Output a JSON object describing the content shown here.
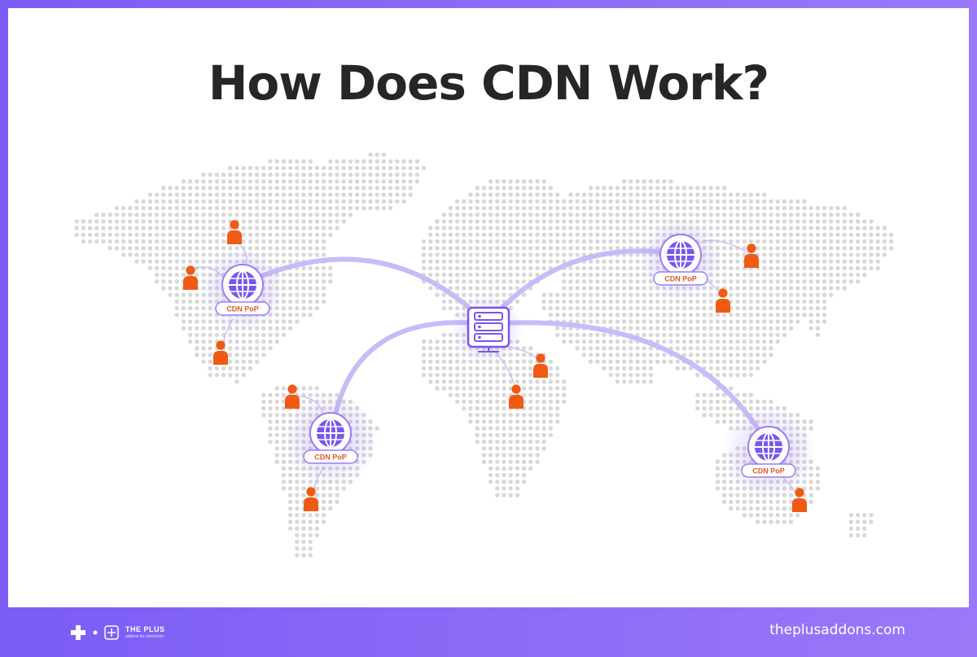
{
  "title": "How Does CDN Work?",
  "pop_label": "CDN PoP",
  "pops": [
    {
      "id": "north-america"
    },
    {
      "id": "south-america"
    },
    {
      "id": "asia"
    },
    {
      "id": "australia"
    }
  ],
  "footer": {
    "brand_name": "THE PLUS",
    "brand_tagline": "addons for elementor",
    "website": "theplusaddons.com"
  },
  "colors": {
    "frame": "#8d6cf7",
    "arc": "#c6b6fb",
    "pop": "#7a55ee",
    "user": "#f05a14",
    "title": "#262626"
  }
}
